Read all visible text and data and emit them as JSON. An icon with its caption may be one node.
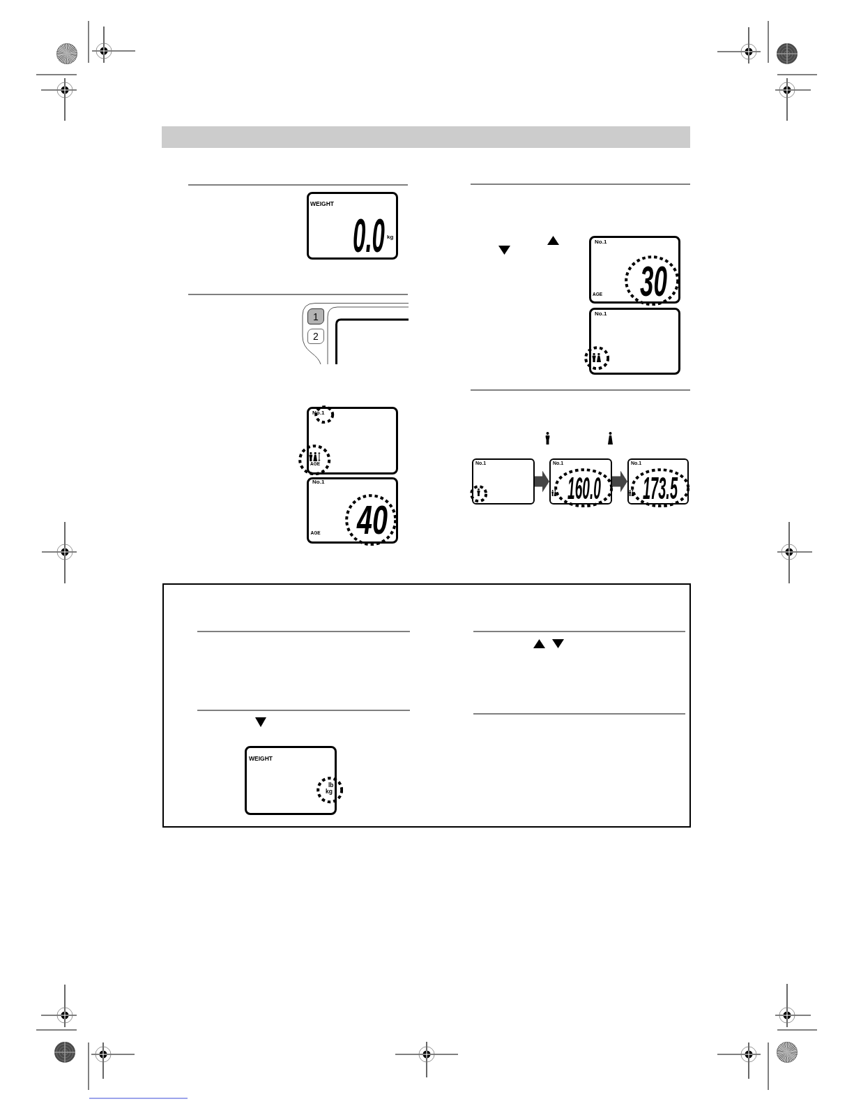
{
  "diagram": {
    "nodes": [
      {
        "text": [
          "WEIGHT",
          "0.0",
          "kg"
        ]
      },
      {
        "text": [
          "1"
        ]
      },
      {
        "text": [
          "2"
        ]
      },
      {
        "text": [
          "No.1",
          "AGE"
        ]
      },
      {
        "text": [
          "No.1",
          "AGE",
          "40"
        ]
      },
      {
        "text": [
          "No.1",
          "AGE",
          "30"
        ]
      },
      {
        "text": [
          "No.1"
        ]
      },
      {
        "text": [
          "No.1"
        ]
      },
      {
        "text": [
          "No.1",
          "160.0"
        ]
      },
      {
        "text": [
          "No.1",
          "173.5"
        ]
      },
      {
        "text": [
          "WEIGHT",
          "lb",
          "kg"
        ]
      }
    ],
    "edges": [
      {
        "from": 7,
        "to": 8,
        "arrow": "to"
      },
      {
        "from": 8,
        "to": 9,
        "arrow": "to"
      }
    ]
  }
}
